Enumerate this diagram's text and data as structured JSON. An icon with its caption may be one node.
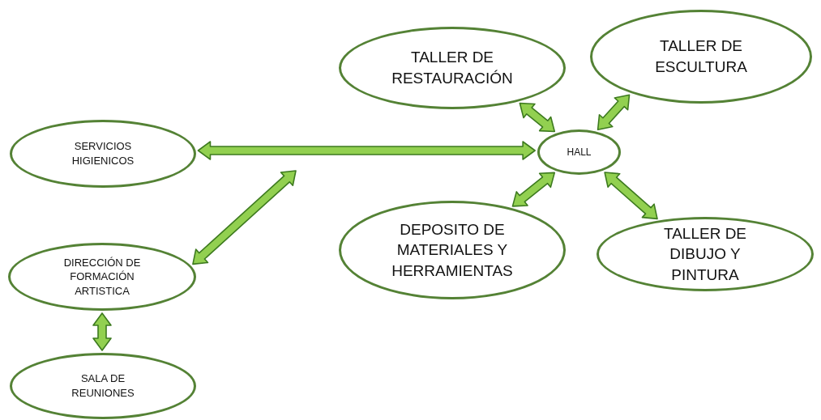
{
  "diagram": {
    "nodes": [
      {
        "text": [
          "SERVICIOS HIGIENICOS"
        ]
      },
      {
        "text": [
          "DIRECCIÓN DE FORMACIÓN ARTISTICA"
        ]
      },
      {
        "text": [
          "SALA DE REUNIONES"
        ]
      },
      {
        "text": [
          "TALLER DE RESTAURACIÓN"
        ]
      },
      {
        "text": [
          "TALLER DE ESCULTURA"
        ]
      },
      {
        "text": [
          "HALL"
        ]
      },
      {
        "text": [
          "DEPOSITO DE MATERIALES Y HERRAMIENTAS"
        ]
      },
      {
        "text": [
          "TALLER DE DIBUJO Y PINTURA"
        ]
      }
    ],
    "edges": [
      {
        "from": 0,
        "to": 5,
        "arrow": "both"
      },
      {
        "from": 1,
        "to": null,
        "arrow": "both"
      },
      {
        "from": 1,
        "to": 2,
        "arrow": "both"
      },
      {
        "from": 3,
        "to": 5,
        "arrow": "both"
      },
      {
        "from": 4,
        "to": 5,
        "arrow": "both"
      },
      {
        "from": 6,
        "to": 5,
        "arrow": "both"
      },
      {
        "from": 7,
        "to": 5,
        "arrow": "both"
      }
    ]
  }
}
